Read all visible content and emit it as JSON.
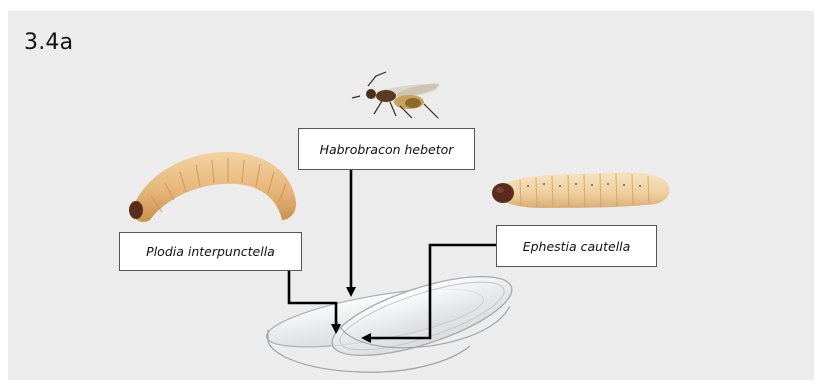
{
  "figure": {
    "panel_label": "3.4a",
    "labels": {
      "habrobracon": "Habrobracon hebetor",
      "plodia": "Plodia interpunctella",
      "ephestia": "Ephestia cautella"
    },
    "icons": {
      "wasp": "parasitoid-wasp-icon",
      "plodia_larva": "plodia-larva-icon",
      "ephestia_larva": "ephestia-larva-icon",
      "petri": "petri-dish-icon"
    },
    "colors": {
      "panel_background": "#ececec",
      "arrow": "#000000",
      "plodia_larva_body": "#e6b679",
      "ephestia_larva_body": "#efcf9e",
      "larva_head": "#5a2c1e"
    }
  }
}
